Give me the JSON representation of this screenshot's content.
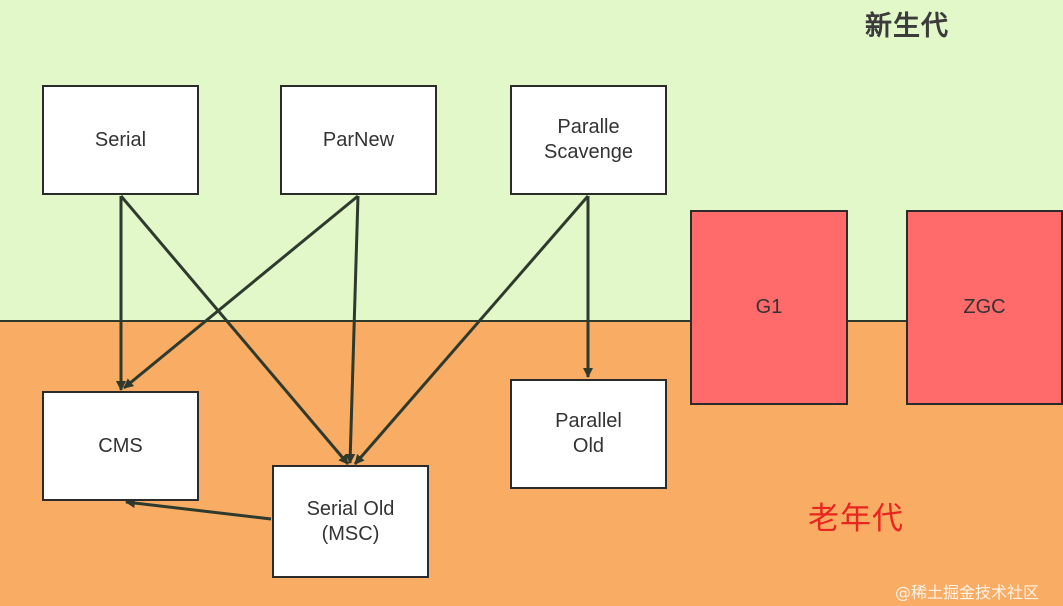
{
  "regions": {
    "young": {
      "label": "新生代",
      "color": "#e2f8c8"
    },
    "old": {
      "label": "老年代",
      "color": "#f9ac63"
    }
  },
  "collectors": {
    "serial": {
      "label": "Serial"
    },
    "parnew": {
      "label": "ParNew"
    },
    "parallel_scavenge": {
      "label": "Paralle\nScavenge"
    },
    "cms": {
      "label": "CMS"
    },
    "serial_old": {
      "label": "Serial Old\n(MSC)"
    },
    "parallel_old": {
      "label": "Parallel\nOld"
    },
    "g1": {
      "label": "G1",
      "color": "#ff6b6b"
    },
    "zgc": {
      "label": "ZGC",
      "color": "#ff6b6b"
    }
  },
  "connections": [
    {
      "from": "serial",
      "to": "cms"
    },
    {
      "from": "serial",
      "to": "serial_old"
    },
    {
      "from": "parnew",
      "to": "cms"
    },
    {
      "from": "parnew",
      "to": "serial_old"
    },
    {
      "from": "parallel_scavenge",
      "to": "serial_old"
    },
    {
      "from": "parallel_scavenge",
      "to": "parallel_old"
    },
    {
      "from": "serial_old",
      "to": "cms"
    }
  ],
  "watermark": "@稀土掘金技术社区"
}
